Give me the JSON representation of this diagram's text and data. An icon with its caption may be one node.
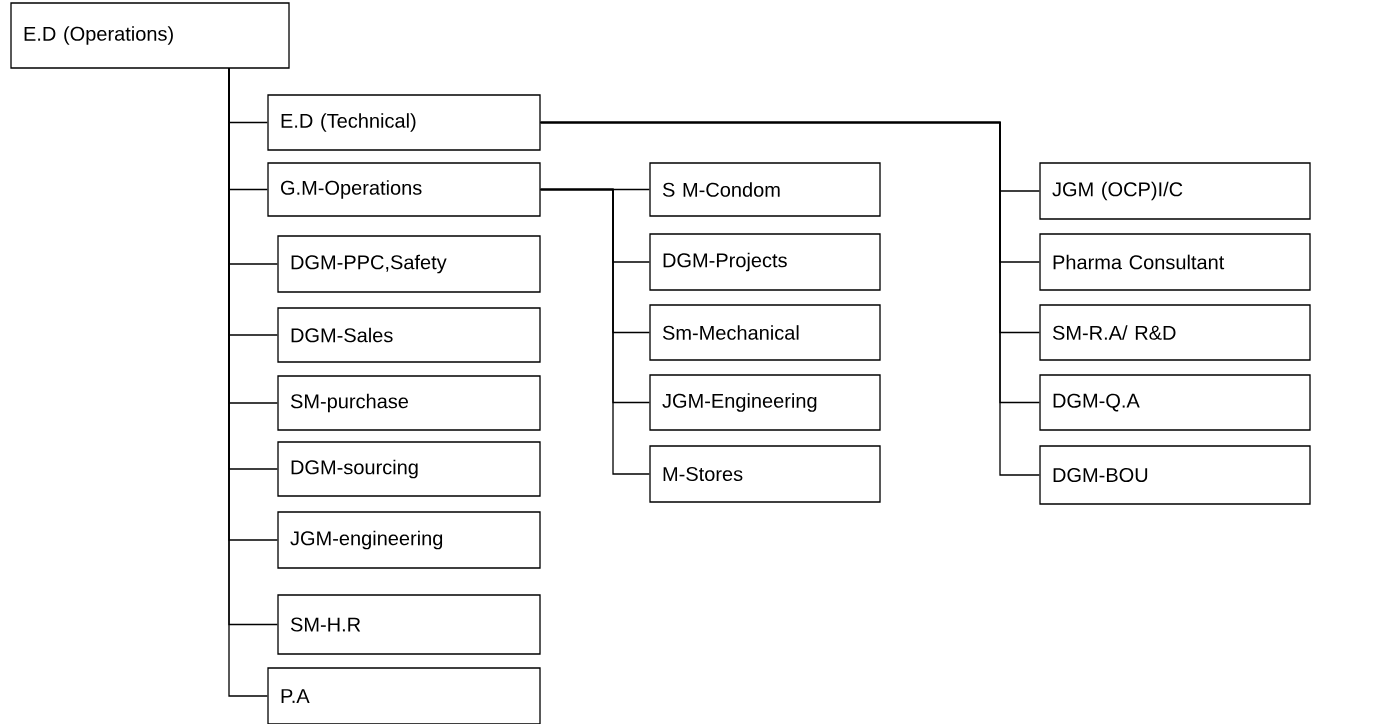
{
  "diagram": {
    "nodes": [
      {
        "text": [
          "E.D (Operations)"
        ]
      },
      {
        "text": [
          "E.D (Technical)"
        ]
      },
      {
        "text": [
          "G.M-Operations"
        ]
      },
      {
        "text": [
          "DGM-PPC,Safety"
        ]
      },
      {
        "text": [
          "DGM-Sales"
        ]
      },
      {
        "text": [
          "SM-purchase"
        ]
      },
      {
        "text": [
          "DGM-sourcing"
        ]
      },
      {
        "text": [
          "JGM-engineering"
        ]
      },
      {
        "text": [
          "SM-H.R"
        ]
      },
      {
        "text": [
          "P.A"
        ]
      },
      {
        "text": [
          "S M-Condom"
        ]
      },
      {
        "text": [
          "DGM-Projects"
        ]
      },
      {
        "text": [
          "Sm-Mechanical"
        ]
      },
      {
        "text": [
          "JGM-Engineering"
        ]
      },
      {
        "text": [
          "M-Stores"
        ]
      },
      {
        "text": [
          "JGM (OCP)I/C"
        ]
      },
      {
        "text": [
          "Pharma Consultant"
        ]
      },
      {
        "text": [
          "SM-R.A/ R&D"
        ]
      },
      {
        "text": [
          "DGM-Q.A"
        ]
      },
      {
        "text": [
          "DGM-BOU"
        ]
      }
    ],
    "edges": [
      {
        "from": 0,
        "to": 1,
        "arrow": "none"
      },
      {
        "from": 0,
        "to": 2,
        "arrow": "none"
      },
      {
        "from": 0,
        "to": 3,
        "arrow": "none"
      },
      {
        "from": 0,
        "to": 4,
        "arrow": "none"
      },
      {
        "from": 0,
        "to": 5,
        "arrow": "none"
      },
      {
        "from": 0,
        "to": 6,
        "arrow": "none"
      },
      {
        "from": 0,
        "to": 7,
        "arrow": "none"
      },
      {
        "from": 0,
        "to": 8,
        "arrow": "none"
      },
      {
        "from": 0,
        "to": 9,
        "arrow": "none"
      },
      {
        "from": 2,
        "to": 10,
        "arrow": "none"
      },
      {
        "from": 2,
        "to": 11,
        "arrow": "none"
      },
      {
        "from": 2,
        "to": 12,
        "arrow": "none"
      },
      {
        "from": 2,
        "to": 13,
        "arrow": "none"
      },
      {
        "from": 2,
        "to": 14,
        "arrow": "none"
      },
      {
        "from": 1,
        "to": 15,
        "arrow": "none"
      },
      {
        "from": 1,
        "to": 16,
        "arrow": "none"
      },
      {
        "from": 1,
        "to": 17,
        "arrow": "none"
      },
      {
        "from": 1,
        "to": 18,
        "arrow": "none"
      },
      {
        "from": 1,
        "to": 19,
        "arrow": "none"
      }
    ]
  }
}
